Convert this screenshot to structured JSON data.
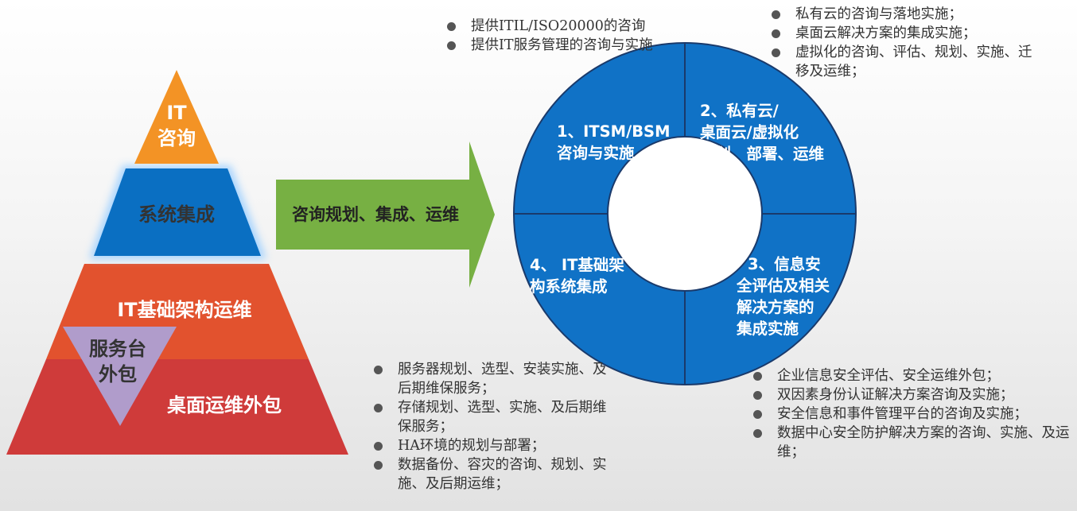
{
  "pyramid": {
    "top": [
      "IT",
      "咨询"
    ],
    "second": "系统集成",
    "third": "IT基础架构运维",
    "bottom": "桌面运维外包",
    "inner_triangle": [
      "服务台",
      "外包"
    ]
  },
  "arrow_label": "咨询规划、集成、运维",
  "ring": {
    "q1": [
      "1、ITSM/BSM",
      "咨询与实施"
    ],
    "q2": [
      "2、私有云/",
      "桌面云/虚拟化",
      "规划、部署、运维"
    ],
    "q3": [
      "3、信息安",
      "全评估及相关",
      "解决方案的",
      "集成实施"
    ],
    "q4": [
      "4、 IT基础架",
      "构系统集成"
    ]
  },
  "bullets": {
    "top_center": [
      "提供ITIL/ISO20000的咨询",
      "提供IT服务管理的咨询与实施"
    ],
    "top_right": [
      "私有云的咨询与落地实施；",
      "桌面云解决方案的集成实施；",
      "虚拟化的咨询、评估、规划、实施、迁移及运维；"
    ],
    "bottom_center": [
      "服务器规划、选型、安装实施、及后期维保服务；",
      "存储规划、选型、实施、及后期维保服务；",
      "HA环境的规划与部署；",
      "数据备份、容灾的咨询、规划、实施、及后期运维；"
    ],
    "bottom_right": [
      "企业信息安全评估、安全运维外包；",
      "双因素身份认证解决方案咨询及实施；",
      "安全信息和事件管理平台的咨询及实施；",
      "数据中心安全防护解决方案的咨询、实施、及运维；"
    ]
  },
  "colors": {
    "orange": "#F39325",
    "blue": "#0A6FC2",
    "red_mid": "#E2522E",
    "red_bottom": "#CF3B3A",
    "purple": "#B09CCB",
    "green": "#77B043",
    "ring_blue": "#1072C6"
  }
}
